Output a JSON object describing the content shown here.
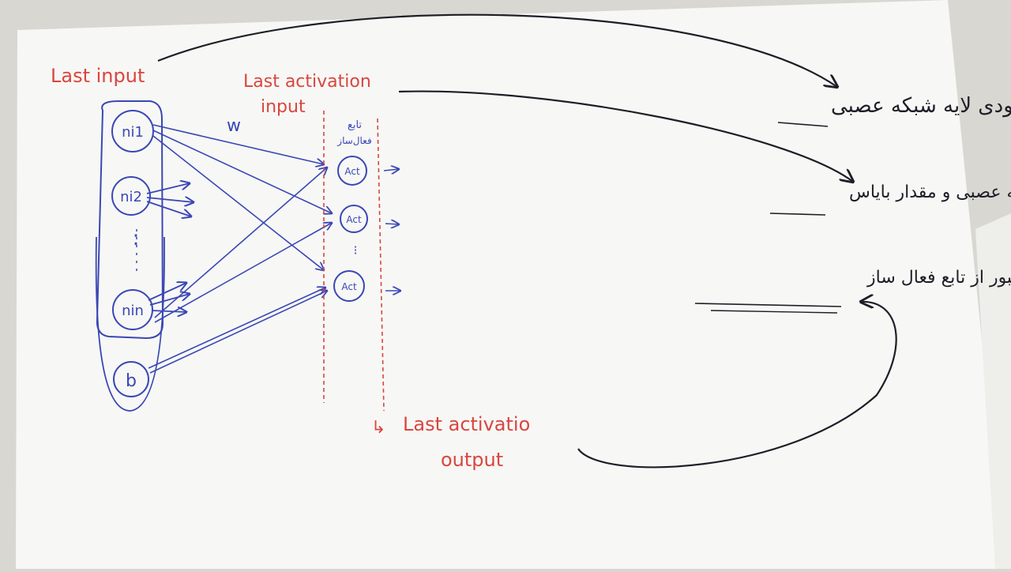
{
  "labels": {
    "last_input": "Last input",
    "last_activation_input_1": "Last activation",
    "last_activation_input_2": "input",
    "last_activation_output_1": "Last activatio",
    "last_activation_output_2": "output",
    "output_arrow_glyph": "↳",
    "weight": "w",
    "activation_function_1": "تابع",
    "activation_function_2": "فعال‌ساز"
  },
  "nodes": {
    "n1": "ni1",
    "n2": "ni2",
    "dots": ":",
    "n3": "nin",
    "bias": "b",
    "act_1": "Act",
    "act_2": "Act",
    "act_dots": "⁝",
    "act_3": "Act"
  },
  "annotations": {
    "layer_input": "ورودی لایه شبکه عصبی",
    "weighted_input": "ورودی اکتیو شده توسط وزن شبکه عصبی و مقدار بایاس",
    "layer_output": "خروجی لایه شبکه عصبی بعد از عبور از تابع فعال ساز"
  },
  "colors": {
    "paper": "#f7f7f5",
    "blue_ink": "#3a47b5",
    "red_ink": "#d9463f",
    "black_ink": "#1e1e28"
  }
}
